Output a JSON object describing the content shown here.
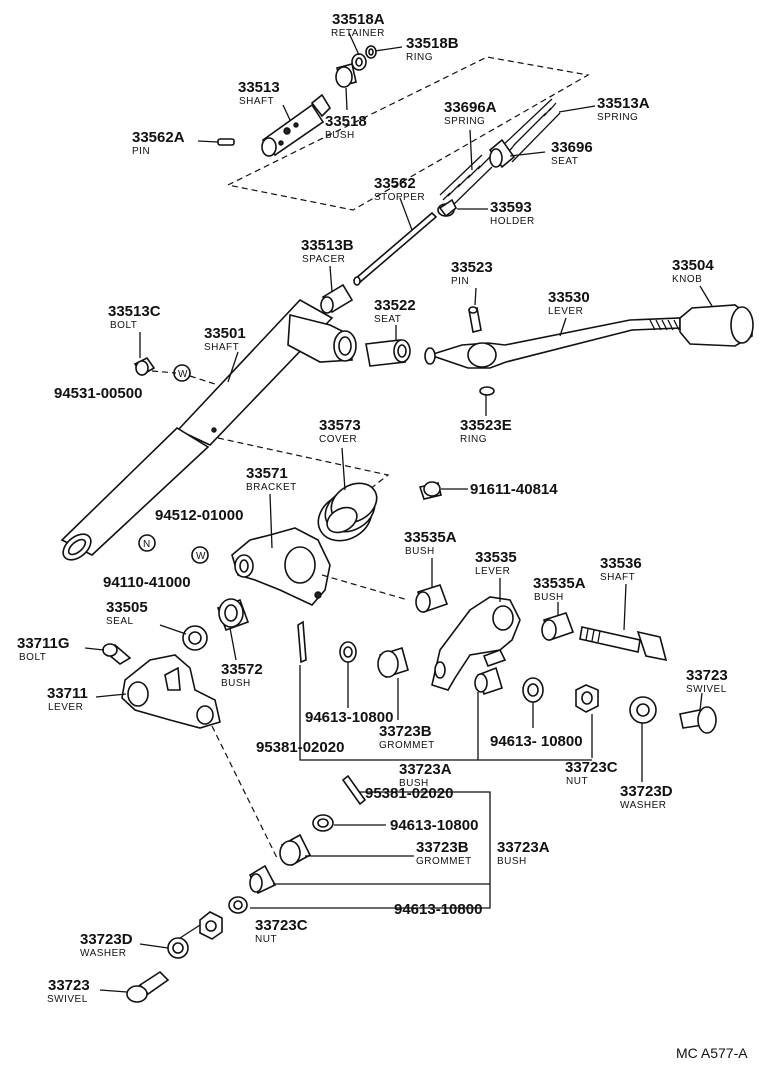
{
  "parts": {
    "p33518A": {
      "num": "33518A",
      "name": "RETAINER"
    },
    "p33518B": {
      "num": "33518B",
      "name": "RING"
    },
    "p33513": {
      "num": "33513",
      "name": "SHAFT"
    },
    "p33518": {
      "num": "33518",
      "name": "BUSH"
    },
    "p33562A": {
      "num": "33562A",
      "name": "PIN"
    },
    "p33696A": {
      "num": "33696A",
      "name": "SPRING"
    },
    "p33513A": {
      "num": "33513A",
      "name": "SPRING"
    },
    "p33696": {
      "num": "33696",
      "name": "SEAT"
    },
    "p33562": {
      "num": "33562",
      "name": "STOPPER"
    },
    "p33593": {
      "num": "33593",
      "name": "HOLDER"
    },
    "p33513B": {
      "num": "33513B",
      "name": "SPACER"
    },
    "p33523": {
      "num": "33523",
      "name": "PIN"
    },
    "p33504": {
      "num": "33504",
      "name": "KNOB"
    },
    "p33530": {
      "num": "33530",
      "name": "LEVER"
    },
    "p33522": {
      "num": "33522",
      "name": "SEAT"
    },
    "p33513C": {
      "num": "33513C",
      "name": "BOLT"
    },
    "p33501": {
      "num": "33501",
      "name": "SHAFT"
    },
    "p94531": {
      "num": "94531-00500"
    },
    "p33523E": {
      "num": "33523E",
      "name": "RING"
    },
    "p33573": {
      "num": "33573",
      "name": "COVER"
    },
    "p33571": {
      "num": "33571",
      "name": "BRACKET"
    },
    "p91611": {
      "num": "91611-40814"
    },
    "p94512": {
      "num": "94512-01000"
    },
    "p94110": {
      "num": "94110-41000"
    },
    "p33535A_1": {
      "num": "33535A",
      "name": "BUSH"
    },
    "p33535": {
      "num": "33535",
      "name": "LEVER"
    },
    "p33536": {
      "num": "33536",
      "name": "SHAFT"
    },
    "p33535A_2": {
      "num": "33535A",
      "name": "BUSH"
    },
    "p33505": {
      "num": "33505",
      "name": "SEAL"
    },
    "p33711G": {
      "num": "33711G",
      "name": "BOLT"
    },
    "p33572": {
      "num": "33572",
      "name": "BUSH"
    },
    "p33711": {
      "num": "33711",
      "name": "LEVER"
    },
    "p33723_r": {
      "num": "33723",
      "name": "SWIVEL"
    },
    "p94613_a": {
      "num": "94613-10800"
    },
    "p33723B_a": {
      "num": "33723B",
      "name": "GROMMET"
    },
    "p94613_b": {
      "num": "94613- 10800"
    },
    "p95381_a": {
      "num": "95381-02020"
    },
    "p33723A_a": {
      "num": "33723A",
      "name": "BUSH"
    },
    "p33723C_a": {
      "num": "33723C",
      "name": "NUT"
    },
    "p33723D_a": {
      "num": "33723D",
      "name": "WASHER"
    },
    "p95381_b": {
      "num": "95381-02020"
    },
    "p94613_c": {
      "num": "94613-10800"
    },
    "p33723B_b": {
      "num": "33723B",
      "name": "GROMMET"
    },
    "p33723A_b": {
      "num": "33723A",
      "name": "BUSH"
    },
    "p94613_d": {
      "num": "94613-10800"
    },
    "p33723C_b": {
      "num": "33723C",
      "name": "NUT"
    },
    "p33723D_b": {
      "num": "33723D",
      "name": "WASHER"
    },
    "p33723_b": {
      "num": "33723",
      "name": "SWIVEL"
    }
  },
  "markers": {
    "w1": "W",
    "w2": "W",
    "n1": "N"
  },
  "footer": "MC A577-A"
}
